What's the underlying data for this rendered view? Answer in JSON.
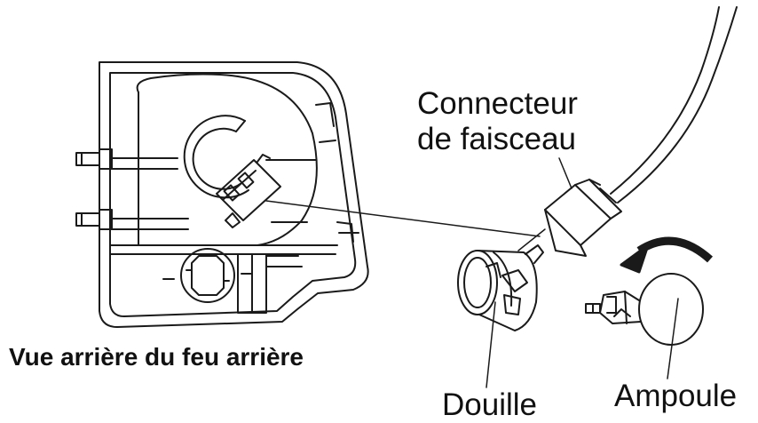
{
  "labels": {
    "connecteur_line1": "Connecteur",
    "connecteur_line2": "de faisceau",
    "douille": "Douille",
    "ampoule": "Ampoule"
  },
  "caption": "Vue arrière du feu arrière",
  "colors": {
    "line": "#1a1a1a",
    "background": "#ffffff",
    "text": "#111111"
  },
  "icons": [
    "curved-arrow-icon"
  ]
}
